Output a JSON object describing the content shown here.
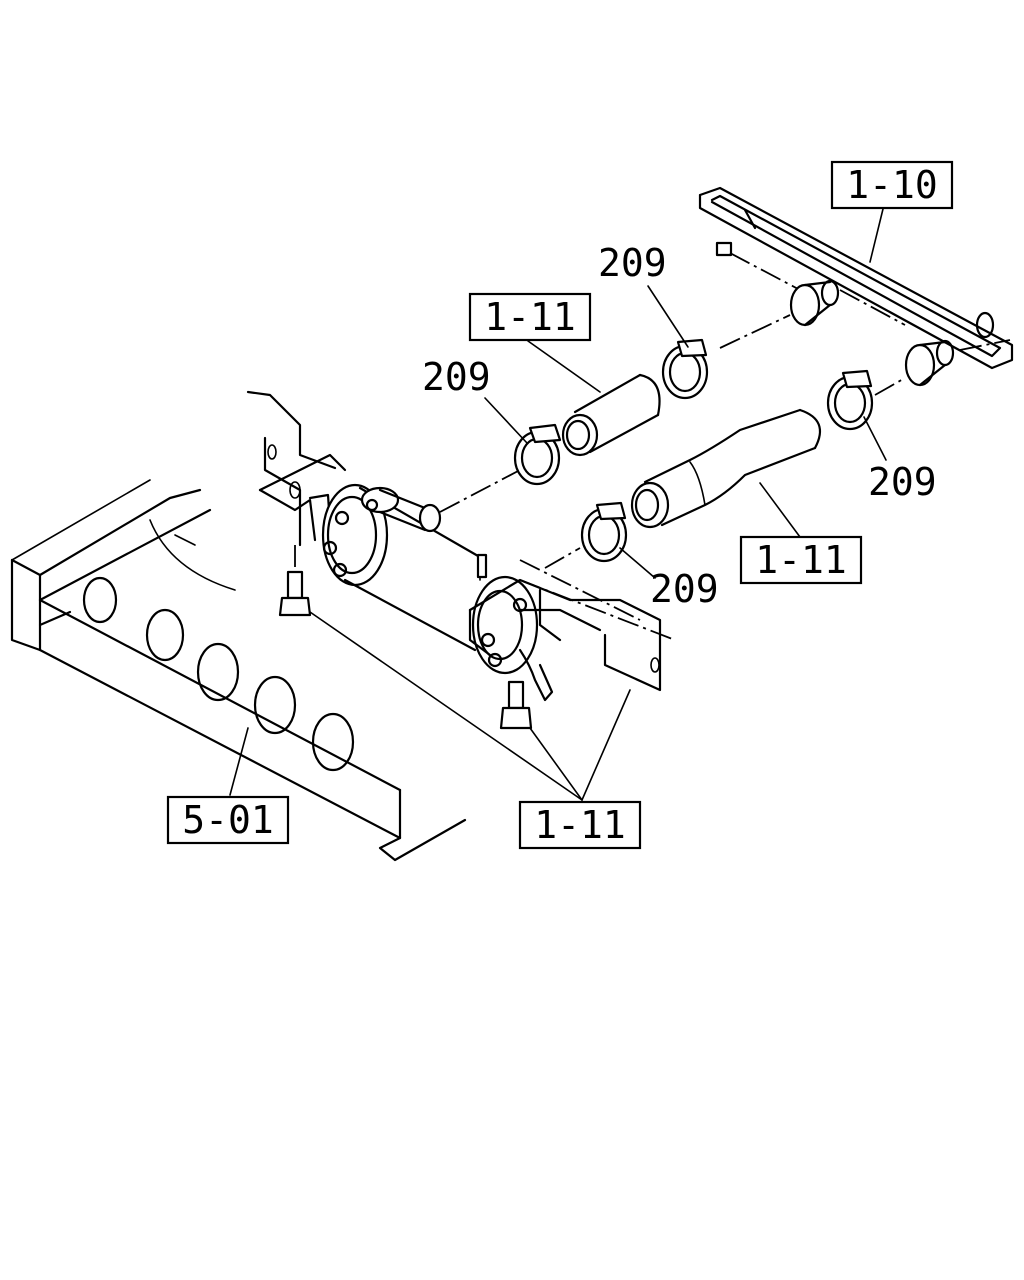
{
  "labels": {
    "ref_1_10": "1-10",
    "ref_1_11_top": "1-11",
    "ref_1_11_right": "1-11",
    "ref_1_11_bottom": "1-11",
    "ref_5_01": "5-01",
    "clamp_top": "209",
    "clamp_left": "209",
    "clamp_right": "209",
    "clamp_lower": "209"
  }
}
